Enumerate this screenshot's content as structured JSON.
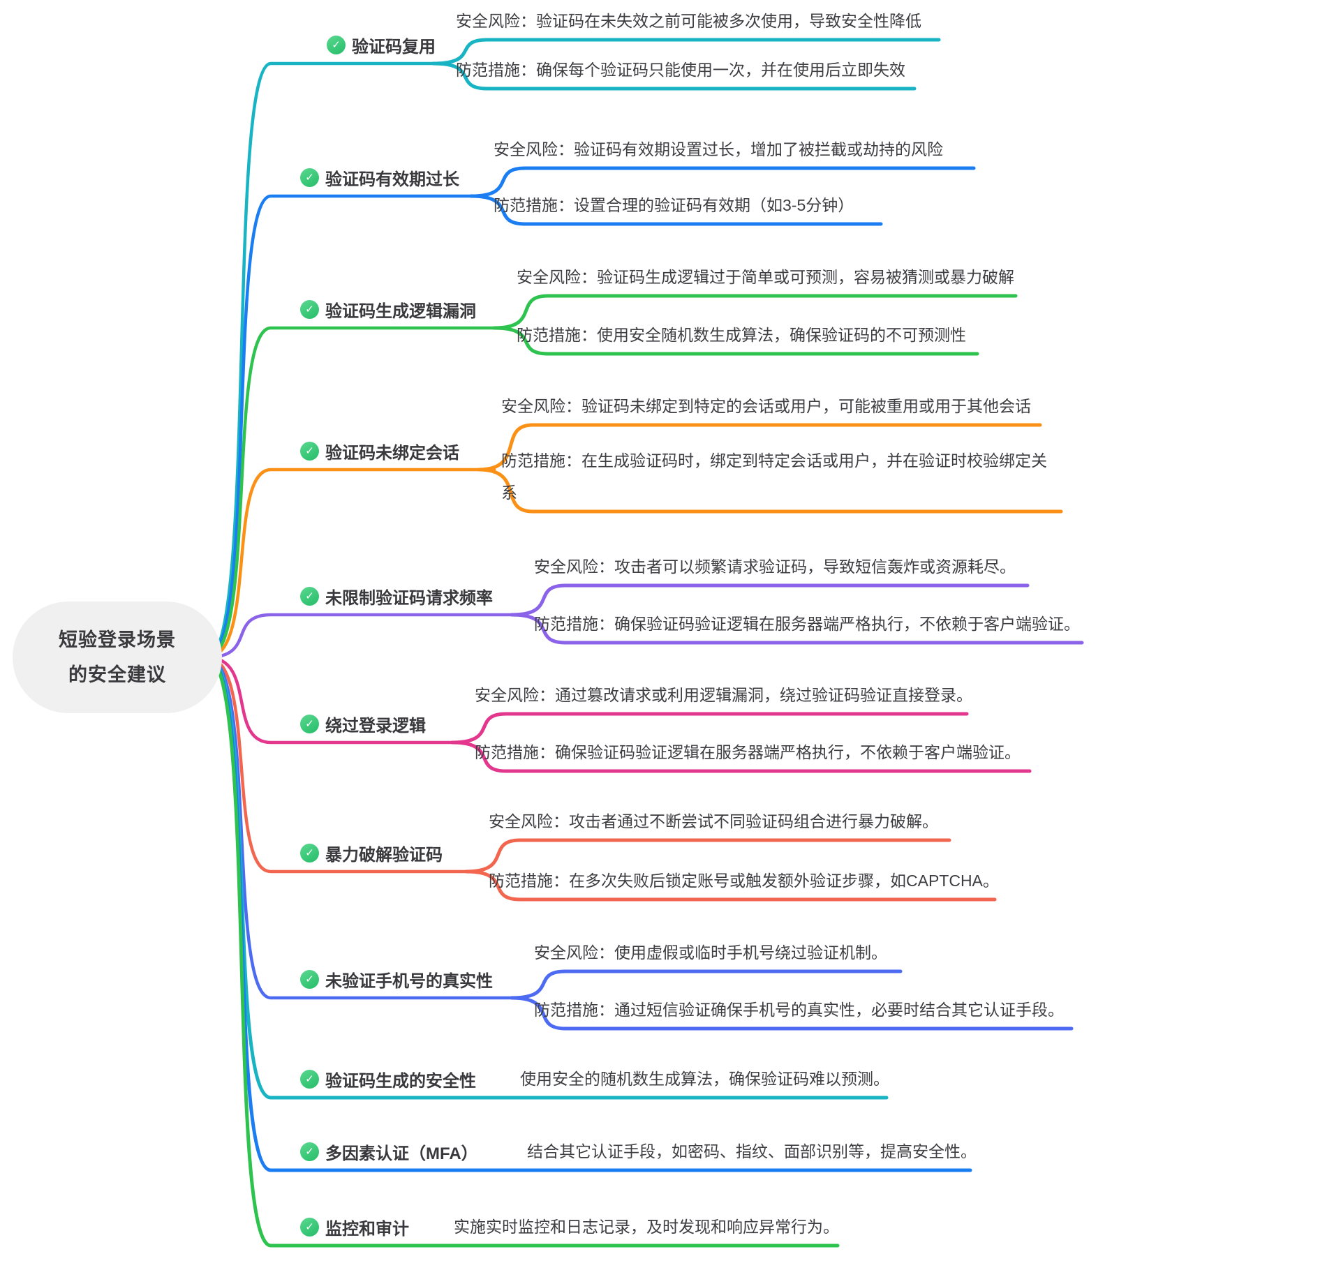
{
  "root": {
    "line1": "短验登录场景",
    "line2": "的安全建议"
  },
  "icons": {
    "check": "✓"
  },
  "colors": {
    "check_light": "#5ad890",
    "check_dark": "#25bd68",
    "root_bg": "#f0f0f0",
    "ink": "#3d3d42"
  },
  "branches": [
    {
      "label": "验证码复用",
      "color": "#18b4c4",
      "children": [
        {
          "text": "安全风险：验证码在未失效之前可能被多次使用，导致安全性降低"
        },
        {
          "text": "防范措施：确保每个验证码只能使用一次，并在使用后立即失效"
        }
      ]
    },
    {
      "label": "验证码有效期过长",
      "color": "#1b7df2",
      "children": [
        {
          "text": "安全风险：验证码有效期设置过长，增加了被拦截或劫持的风险"
        },
        {
          "text": "防范措施：设置合理的验证码有效期（如3-5分钟）"
        }
      ]
    },
    {
      "label": "验证码生成逻辑漏洞",
      "color": "#2ec24e",
      "children": [
        {
          "text": "安全风险：验证码生成逻辑过于简单或可预测，容易被猜测或暴力破解"
        },
        {
          "text": "防范措施：使用安全随机数生成算法，确保验证码的不可预测性"
        }
      ]
    },
    {
      "label": "验证码未绑定会话",
      "color": "#fa9116",
      "children": [
        {
          "text": "安全风险：验证码未绑定到特定的会话或用户，可能被重用或用于其他会话"
        },
        {
          "text": "防范措施：在生成验证码时，绑定到特定会话或用户，并在验证时校验绑定关系"
        }
      ]
    },
    {
      "label": "未限制验证码请求频率",
      "color": "#8a63e8",
      "children": [
        {
          "text": "安全风险：攻击者可以频繁请求验证码，导致短信轰炸或资源耗尽。"
        },
        {
          "text": "防范措施：确保验证码验证逻辑在服务器端严格执行，不依赖于客户端验证。"
        }
      ]
    },
    {
      "label": "绕过登录逻辑",
      "color": "#e3368d",
      "children": [
        {
          "text": "安全风险：通过篡改请求或利用逻辑漏洞，绕过验证码验证直接登录。"
        },
        {
          "text": "防范措施：确保验证码验证逻辑在服务器端严格执行，不依赖于客户端验证。"
        }
      ]
    },
    {
      "label": "暴力破解验证码",
      "color": "#f2664f",
      "children": [
        {
          "text": "安全风险：攻击者通过不断尝试不同验证码组合进行暴力破解。"
        },
        {
          "text": "防范措施：在多次失败后锁定账号或触发额外验证步骤，如CAPTCHA。"
        }
      ]
    },
    {
      "label": "未验证手机号的真实性",
      "color": "#4d6af2",
      "children": [
        {
          "text": "安全风险：使用虚假或临时手机号绕过验证机制。"
        },
        {
          "text": "防范措施：通过短信验证确保手机号的真实性，必要时结合其它认证手段。"
        }
      ]
    },
    {
      "label": "验证码生成的安全性",
      "color": "#18b4c4",
      "children": [
        {
          "text": "使用安全的随机数生成算法，确保验证码难以预测。"
        }
      ]
    },
    {
      "label": "多因素认证（MFA）",
      "color": "#1b7df2",
      "children": [
        {
          "text": "结合其它认证手段，如密码、指纹、面部识别等，提高安全性。"
        }
      ]
    },
    {
      "label": "监控和审计",
      "color": "#2ec24e",
      "children": [
        {
          "text": "实施实时监控和日志记录，及时发现和响应异常行为。"
        }
      ]
    }
  ]
}
